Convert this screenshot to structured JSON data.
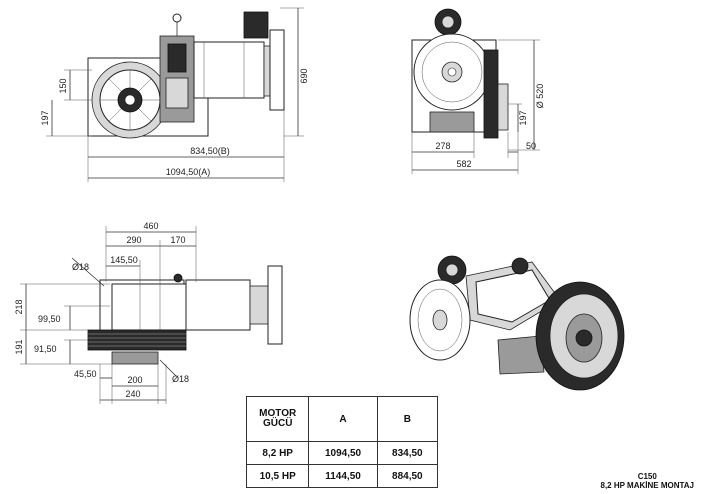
{
  "dimensions": {
    "side_view": {
      "height": "690",
      "d150": "150",
      "d197": "197",
      "len_b": "834,50(B)",
      "len_a": "1094,50(A)"
    },
    "front_view": {
      "diameter": "Ø 520",
      "d197": "197",
      "d278": "278",
      "d50": "50",
      "width": "582"
    },
    "plan_view": {
      "d460": "460",
      "d290": "290",
      "d170": "170",
      "hole_top": "Ø18",
      "d145_50": "145,50",
      "d218": "218",
      "d99_50": "99,50",
      "d191": "191",
      "d91_50": "91,50",
      "d45_50": "45,50",
      "d200": "200",
      "d240": "240",
      "hole_bottom": "Ø18"
    }
  },
  "table": {
    "headers": [
      "MOTOR\nGÜCÜ",
      "A",
      "B"
    ],
    "rows": [
      [
        "8,2 HP",
        "1094,50",
        "834,50"
      ],
      [
        "10,5 HP",
        "1144,50",
        "884,50"
      ]
    ]
  },
  "caption": {
    "model": "C150",
    "description": "8,2 HP MAKİNE MONTAJ"
  }
}
